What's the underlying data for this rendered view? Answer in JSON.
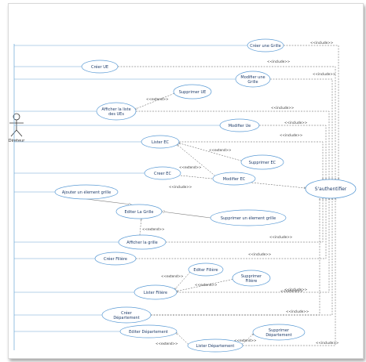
{
  "colors": {
    "ellipse_fill": "#ffffff",
    "ellipse_stroke": "#5b9bd5",
    "assoc_line": "#6aa6d6",
    "dashed_line": "#555555",
    "text": "#1f3d6b"
  },
  "actor": {
    "name": "Direteur"
  },
  "auth": {
    "label": "S'authentifier"
  },
  "use_cases": [
    {
      "id": "creer-grille",
      "lines": [
        "Créer une Grille"
      ]
    },
    {
      "id": "creer-ue",
      "lines": [
        "Créer UE"
      ]
    },
    {
      "id": "modifier-grille",
      "lines": [
        "Modifier une",
        "Grille"
      ]
    },
    {
      "id": "supprimer-ue",
      "lines": [
        "Supprimer UE"
      ]
    },
    {
      "id": "afficher-liste-ues",
      "lines": [
        "Afficher la liste",
        "des UEs"
      ]
    },
    {
      "id": "modifier-ue",
      "lines": [
        "Modifier Ue"
      ]
    },
    {
      "id": "lister-ec",
      "lines": [
        "Lister EC"
      ]
    },
    {
      "id": "supprimer-ec",
      "lines": [
        "Supprimer EC"
      ]
    },
    {
      "id": "creer-ec",
      "lines": [
        "Creer EC"
      ]
    },
    {
      "id": "modifier-ec",
      "lines": [
        "Modifier EC"
      ]
    },
    {
      "id": "ajouter-element",
      "lines": [
        "Ajouter un élement grille"
      ]
    },
    {
      "id": "editer-grille",
      "lines": [
        "Editer La Grille"
      ]
    },
    {
      "id": "supprimer-element",
      "lines": [
        "Supprimer un élement grille"
      ]
    },
    {
      "id": "afficher-grille",
      "lines": [
        "Afficher la grille"
      ]
    },
    {
      "id": "creer-filiere",
      "lines": [
        "Créer Filière"
      ]
    },
    {
      "id": "editer-filiere",
      "lines": [
        "Editer Filière"
      ]
    },
    {
      "id": "supprimer-filiere",
      "lines": [
        "Supprimer",
        "Filière"
      ]
    },
    {
      "id": "lister-filiere",
      "lines": [
        "Lister Filière"
      ]
    },
    {
      "id": "creer-departement",
      "lines": [
        "Créer",
        "Département"
      ]
    },
    {
      "id": "supprimer-departement",
      "lines": [
        "Supprimer",
        "Département"
      ]
    },
    {
      "id": "editer-departement",
      "lines": [
        "Editer Département"
      ]
    },
    {
      "id": "lister-departement",
      "lines": [
        "Lister Département"
      ]
    }
  ],
  "stereotypes": {
    "include": "<<include>>",
    "extend": "<<extend>>"
  }
}
